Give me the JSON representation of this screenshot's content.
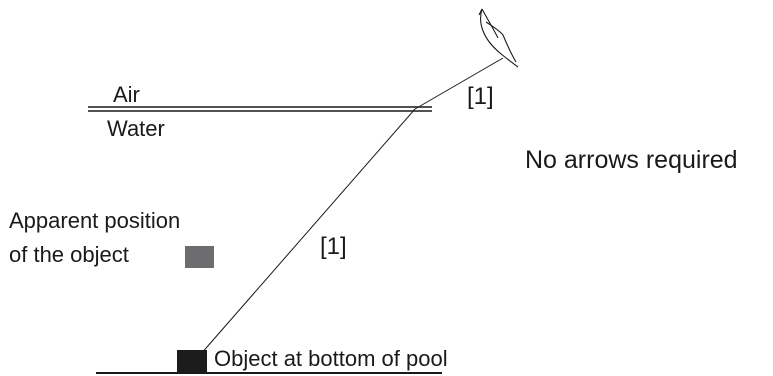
{
  "labels": {
    "air": "Air",
    "water": "Water",
    "mark_upper": "[1]",
    "mark_lower": "[1]",
    "note": "No arrows required",
    "apparent_line1": "Apparent position",
    "apparent_line2": "of the object",
    "object": "Object at bottom of pool"
  },
  "colors": {
    "ink": "#1a1a1a",
    "object_fill": "#1c1c1c",
    "apparent_fill": "#6d6d6f",
    "background": "#ffffff"
  },
  "icons": {
    "eye": "eye-icon"
  }
}
